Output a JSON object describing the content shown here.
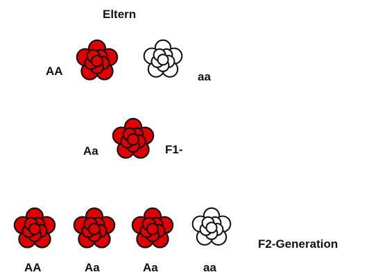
{
  "colors": {
    "dominant": "#e00000",
    "recessive": "#ffffff",
    "stroke": "#111111"
  },
  "parents": {
    "title": "Eltern",
    "left": {
      "genotype": "AA",
      "color": "dominant"
    },
    "right": {
      "genotype": "aa",
      "color": "recessive"
    }
  },
  "f1": {
    "label": "F1-",
    "plant": {
      "genotype": "Aa",
      "color": "dominant"
    }
  },
  "f2": {
    "label": "F2-Generation",
    "plants": [
      {
        "genotype": "AA",
        "color": "dominant"
      },
      {
        "genotype": "Aa",
        "color": "dominant"
      },
      {
        "genotype": "Aa",
        "color": "dominant"
      },
      {
        "genotype": "aa",
        "color": "recessive"
      }
    ]
  }
}
